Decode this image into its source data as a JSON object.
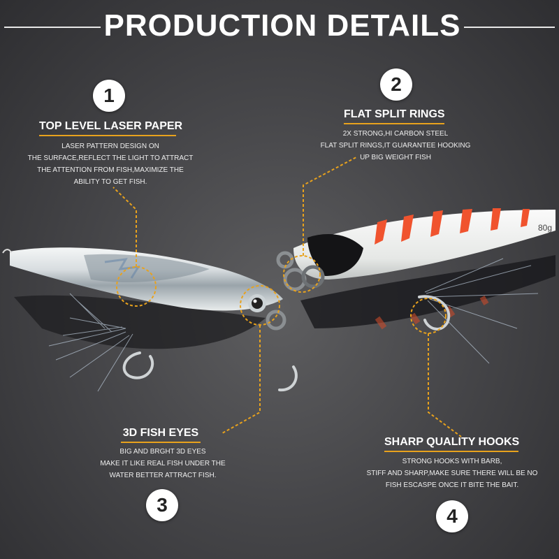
{
  "header": {
    "title": "PRODUCTION DETAILS"
  },
  "features": [
    {
      "number": "1",
      "title": "TOP LEVEL LASER PAPER",
      "lines": [
        "LASER PATTERN DESIGN ON",
        "THE SURFACE,REFLECT THE LIGHT TO ATTRACT",
        "THE ATTENTION FROM FISH,MAXIMIZE THE",
        "ABILITY TO GET FISH."
      ]
    },
    {
      "number": "2",
      "title": "FLAT SPLIT RINGS",
      "lines": [
        "2X STRONG,HI CARBON STEEL",
        "FLAT SPLIT RINGS,IT GUARANTEE HOOKING",
        "UP BIG WEIGHT FISH"
      ]
    },
    {
      "number": "3",
      "title": "3D  FISH EYES",
      "lines": [
        "BIG AND BRGHT 3D EYES",
        "MAKE IT LIKE REAL FISH UNDER THE",
        "WATER BETTER ATTRACT FISH."
      ]
    },
    {
      "number": "4",
      "title": "SHARP QUALITY HOOKS",
      "lines": [
        "STRONG HOOKS WITH BARB,",
        "STIFF AND SHARP,MAKE SURE THERE WILL BE NO",
        "FISH ESCASPE ONCE IT BITE THE BAIT."
      ]
    }
  ],
  "lure": {
    "weight_label": "80g"
  },
  "colors": {
    "accent": "#e8a21d",
    "stripe": "#f0532e"
  }
}
